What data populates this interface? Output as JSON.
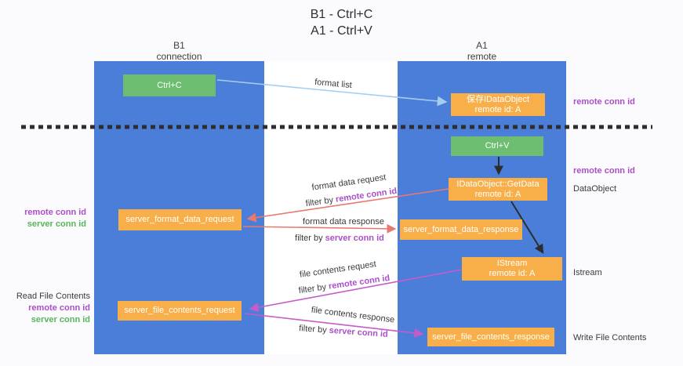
{
  "title": {
    "line1": "B1 - Ctrl+C",
    "line2": "A1 - Ctrl+V"
  },
  "columns": {
    "left": {
      "name": "B1",
      "subtitle": "connection"
    },
    "right": {
      "name": "A1",
      "subtitle": "remote"
    }
  },
  "boxes": {
    "ctrl_c": "Ctrl+C",
    "ctrl_v": "Ctrl+V",
    "save_dataobject": {
      "line1": "保存IDataObject",
      "line2": "remote id: A"
    },
    "getdata": {
      "line1": "IDataObject::GetData",
      "line2": "remote id: A"
    },
    "istream": {
      "line1": "IStream",
      "line2": "remote id: A"
    },
    "server_format_data_request": "server_format_data_request",
    "server_format_data_response": "server_format_data_response",
    "server_file_contents_request": "server_file_contents_request",
    "server_file_contents_response": "server_file_contents_response"
  },
  "flow_labels": {
    "format_list": "format list",
    "format_data_request": "format data request",
    "format_data_response": "format data response",
    "file_contents_request": "file contents request",
    "file_contents_response": "file contents response",
    "filter_by": "filter by",
    "remote_conn_id": "remote conn id",
    "server_conn_id": "server conn id"
  },
  "side_labels": {
    "remote_conn_id_top": "remote conn id",
    "remote_conn_id_mid": "remote conn id",
    "dataobject": "DataObject",
    "istream": "Istream",
    "write_file_contents": "Write File Contents",
    "read_file_contents": "Read File Contents"
  },
  "colors": {
    "column_blue": "#4b7ed8",
    "box_green": "#6dbe70",
    "box_orange": "#f9af49",
    "purple": "#ab4fc8",
    "green_label": "#55b65a",
    "arrow_blue": "#a5cdf0",
    "arrow_salmon": "#e8796e",
    "arrow_magenta": "#c75bc8",
    "arrow_black": "#2d2d2d"
  }
}
